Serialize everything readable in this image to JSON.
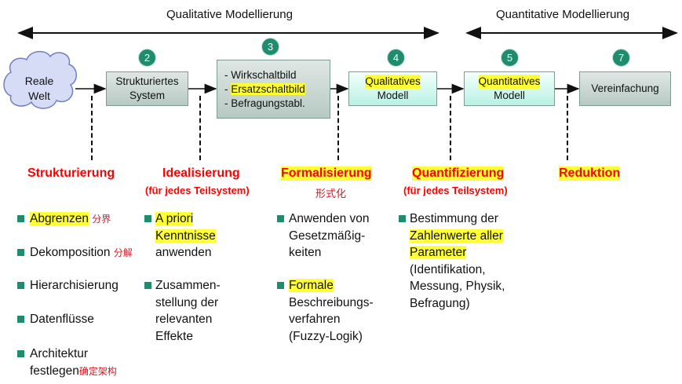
{
  "top": {
    "qualitative_label": "Qualitative Modellierung",
    "quantitative_label": "Quantitative Modellierung"
  },
  "cloud_label": [
    "Reale",
    "Welt"
  ],
  "boxes": {
    "system": [
      "Strukturiertes",
      "System"
    ],
    "schaltbild": [
      "- Wirkschaltbild",
      "- Ersatzschaltbild",
      "- Befragungstabl."
    ],
    "qual_model": [
      "Qualitatives",
      "Modell"
    ],
    "quant_model": [
      "Quantitatives",
      "Modell"
    ],
    "vereinfachung": "Vereinfachung"
  },
  "badges": [
    "2",
    "3",
    "4",
    "5",
    "7"
  ],
  "columns": {
    "strukturierung": {
      "heading": "Strukturierung",
      "items": [
        {
          "lines": [
            "Abgrenzen"
          ],
          "note": "分界"
        },
        {
          "lines": [
            "Dekomposition"
          ],
          "note": "分解"
        },
        {
          "lines": [
            "Hierarchisierung"
          ]
        },
        {
          "lines": [
            "Datenflüsse"
          ]
        },
        {
          "lines": [
            "Architektur",
            "festlegen"
          ],
          "note": "确定架构"
        }
      ]
    },
    "idealisierung": {
      "heading": "Idealisierung",
      "subheading": "(für jedes Teilsystem)",
      "items": [
        {
          "lines": [
            "A priori",
            "Kenntnisse",
            "anwenden"
          ]
        },
        {
          "lines": [
            "Zusammen-",
            "stellung der",
            "relevanten",
            "Effekte"
          ]
        }
      ]
    },
    "formalisierung": {
      "heading": "Formalisierung",
      "note": "形式化",
      "items": [
        {
          "lines": [
            "Anwenden von",
            "Gesetzmäßig-",
            "keiten"
          ]
        },
        {
          "lines": [
            "Formale",
            "Beschreibungs-",
            "verfahren",
            "(Fuzzy-Logik)"
          ]
        }
      ]
    },
    "quantifizierung": {
      "heading": "Quantifizierung",
      "subheading": "(für jedes Teilsystem)",
      "items": [
        {
          "lines": [
            "Bestimmung der",
            "Zahlenwerte aller",
            "Parameter",
            "(Identifikation,",
            "Messung, Physik,",
            "Befragung)"
          ]
        }
      ]
    },
    "reduktion": {
      "heading": "Reduktion"
    }
  },
  "colors": {
    "accent_green": "#1f8c6e",
    "heading_red": "#ff0000",
    "highlight": "#ffff33"
  }
}
